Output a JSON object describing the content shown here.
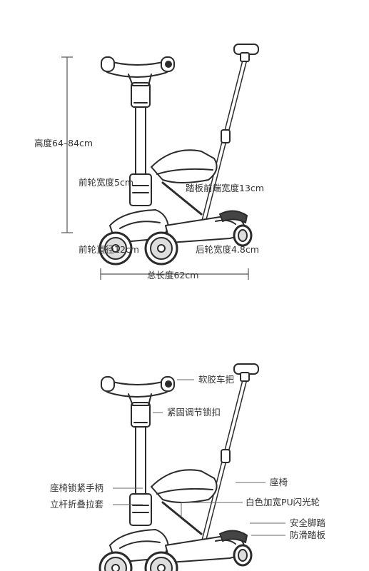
{
  "dimensions_panel": {
    "height_label": "高度64–84cm",
    "front_wheel_width": "前轮宽度5cm",
    "deck_front_width": "踏板前端宽度13cm",
    "front_wheel_diameter": "前轮直径12cm",
    "rear_wheel_width": "后轮宽度4.8cm",
    "total_length": "总长度62cm"
  },
  "parts_panel": {
    "soft_grip": "软胶车把",
    "locking_buckle": "紧固调节锁扣",
    "seat_lock_handle": "座椅锁紧手柄",
    "seat": "座椅",
    "folding_sleeve": "立杆折叠拉套",
    "wheel_note": "白色加宽PU闪光轮",
    "foot_brake": "安全脚踏",
    "anti_slip_deck": "防滑踏板"
  }
}
